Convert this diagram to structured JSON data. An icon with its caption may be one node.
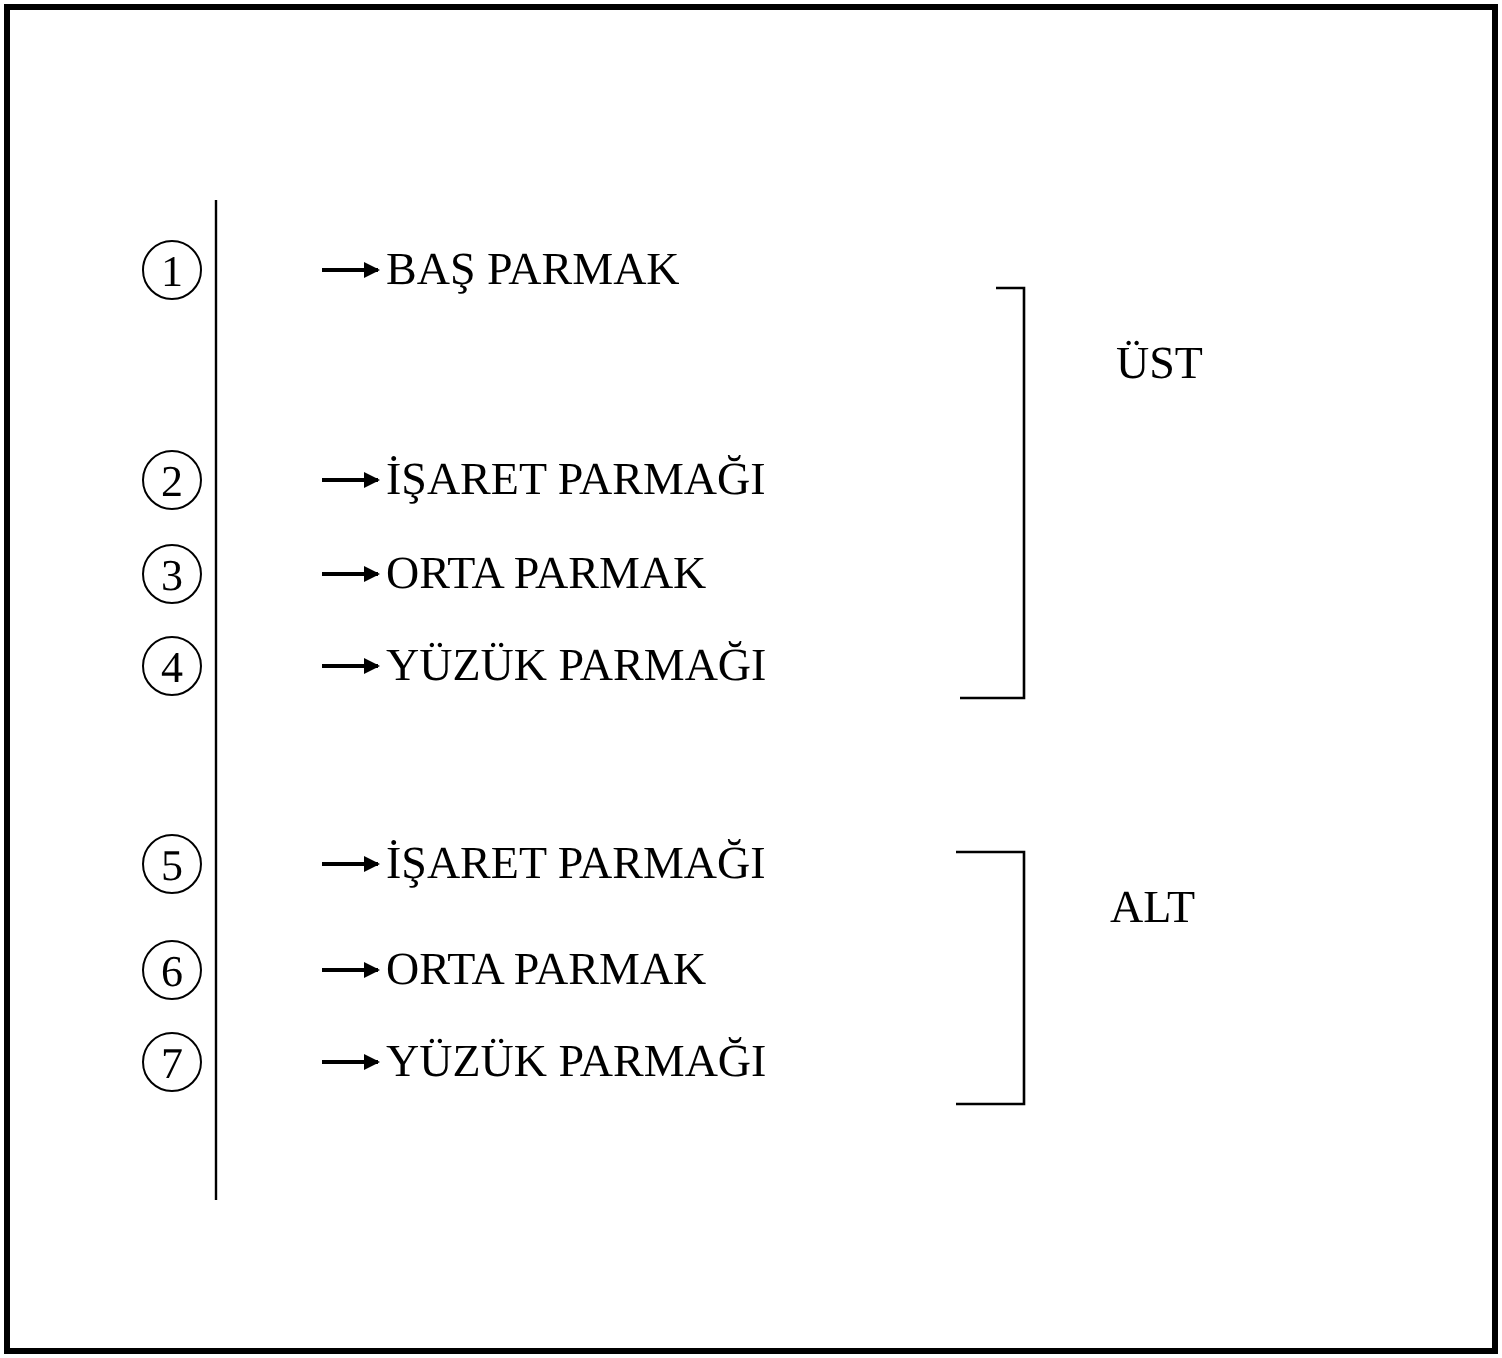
{
  "diagram": {
    "nodes": [
      {
        "text": [
          "1"
        ]
      },
      {
        "text": [
          "2"
        ]
      },
      {
        "text": [
          "3"
        ]
      },
      {
        "text": [
          "4"
        ]
      },
      {
        "text": [
          "5"
        ]
      },
      {
        "text": [
          "6"
        ]
      },
      {
        "text": [
          "7"
        ]
      },
      {
        "text": [
          "BAŞ PARMAK"
        ]
      },
      {
        "text": [
          "İŞARET PARMAĞI"
        ]
      },
      {
        "text": [
          "ORTA PARMAK"
        ]
      },
      {
        "text": [
          "YÜZÜK PARMAĞI"
        ]
      },
      {
        "text": [
          "İŞARET PARMAĞI"
        ]
      },
      {
        "text": [
          "ORTA PARMAK"
        ]
      },
      {
        "text": [
          "YÜZÜK PARMAĞI"
        ]
      }
    ],
    "edges": [
      {
        "from": null,
        "to": 7,
        "arrow": "to"
      },
      {
        "from": null,
        "to": 8,
        "arrow": "to"
      },
      {
        "from": null,
        "to": 9,
        "arrow": "to"
      },
      {
        "from": null,
        "to": 10,
        "arrow": "to"
      },
      {
        "from": null,
        "to": 11,
        "arrow": "to"
      },
      {
        "from": null,
        "to": 12,
        "arrow": "to"
      },
      {
        "from": null,
        "to": 13,
        "arrow": "to"
      }
    ],
    "labels": [
      "ÜST",
      "ALT"
    ]
  }
}
